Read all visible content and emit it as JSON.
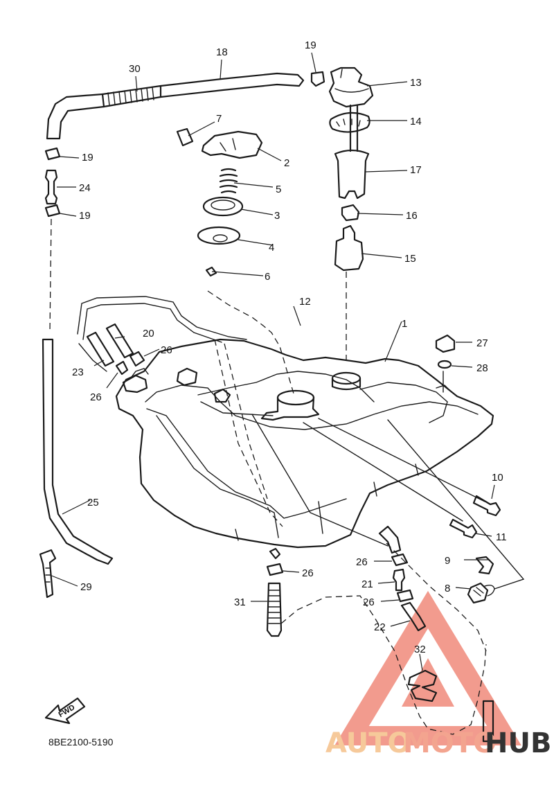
{
  "diagram": {
    "drawing_code": "8BE2100-5190",
    "fwd_label": "FWD",
    "callouts": {
      "c1": "1",
      "c2": "2",
      "c3": "3",
      "c4": "4",
      "c5": "5",
      "c6": "6",
      "c7": "7",
      "c8": "8",
      "c9": "9",
      "c10": "10",
      "c11": "11",
      "c12": "12",
      "c13": "13",
      "c14": "14",
      "c15": "15",
      "c16": "16",
      "c17": "17",
      "c18": "18",
      "c19a": "19",
      "c19b": "19",
      "c19c": "19",
      "c20": "20",
      "c21": "21",
      "c22": "22",
      "c23": "23",
      "c24": "24",
      "c25": "25",
      "c26a": "26",
      "c26b": "26",
      "c26c": "26",
      "c26d": "26",
      "c26e": "26",
      "c27": "27",
      "c28": "28",
      "c29": "29",
      "c30": "30",
      "c31": "31",
      "c32": "32"
    }
  },
  "watermark": {
    "part_auto": "AUTO",
    "part_moto": "MOTO",
    "part_hub": "HUB",
    "colors": {
      "triangle": "#f08a7a",
      "auto": "#f6c99a",
      "moto": "#f3a48f",
      "hub": "#333333"
    }
  }
}
